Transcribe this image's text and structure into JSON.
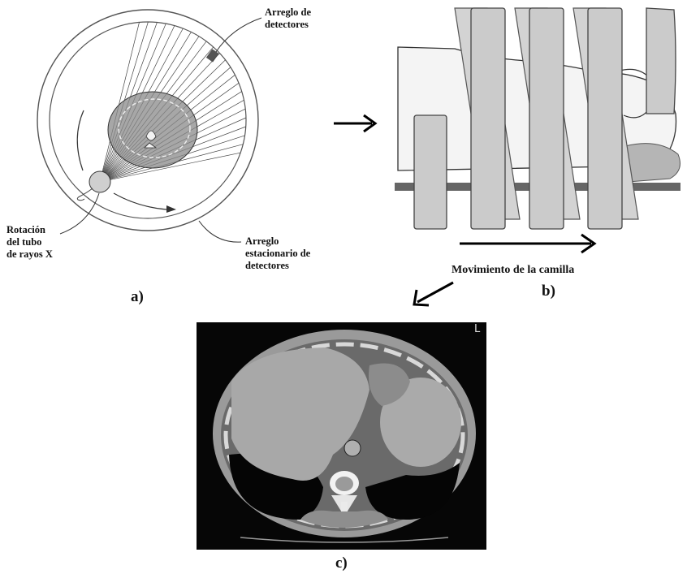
{
  "panel_a": {
    "detector_array_label": "Arreglo de\ndetectores",
    "tube_rotation_label": "Rotación\ndel tubo\nde rayos X",
    "stationary_array_label": "Arreglo\nestacionario de\ndetectores",
    "panel_label": "a)"
  },
  "panel_b": {
    "table_motion_label": "Movimiento de la camilla",
    "panel_label": "b)"
  },
  "panel_c": {
    "orientation_marker": "L",
    "panel_label": "c)"
  }
}
